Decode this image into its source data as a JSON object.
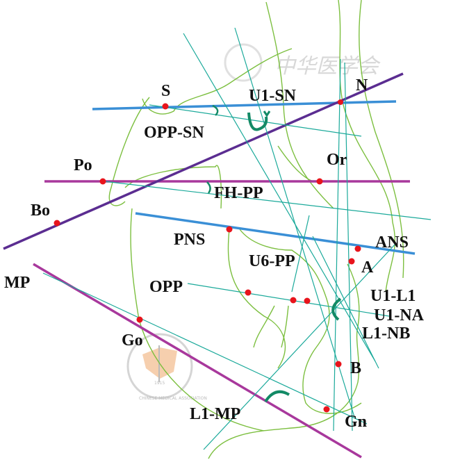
{
  "watermark": {
    "chinese": "中华医学会",
    "english": "CHINESE MEDICAL ASSOCIATION",
    "year": "1915"
  },
  "landmarks": {
    "S": "S",
    "N": "N",
    "Po": "Po",
    "Or": "Or",
    "Bo": "Bo",
    "PNS": "PNS",
    "ANS": "ANS",
    "A": "A",
    "Go": "Go",
    "B": "B",
    "Gn": "Gn",
    "MP": "MP",
    "OPP": "OPP"
  },
  "angles": {
    "U1_SN": "U1-SN",
    "OPP_SN": "OPP-SN",
    "FH_PP": "FH-PP",
    "U6_PP": "U6-PP",
    "U1_L1": "U1-L1",
    "U1_NA": "U1-NA",
    "L1_NB": "L1-NB",
    "L1_MP": "L1-MP"
  },
  "colors": {
    "sn_line": "#3a8fd6",
    "fh_line": "#a8389c",
    "purple_line": "#5b2d91",
    "teal": "#1aa99a",
    "arc": "#138a66",
    "trace": "#7cbf3f",
    "point": "#e8141c"
  }
}
